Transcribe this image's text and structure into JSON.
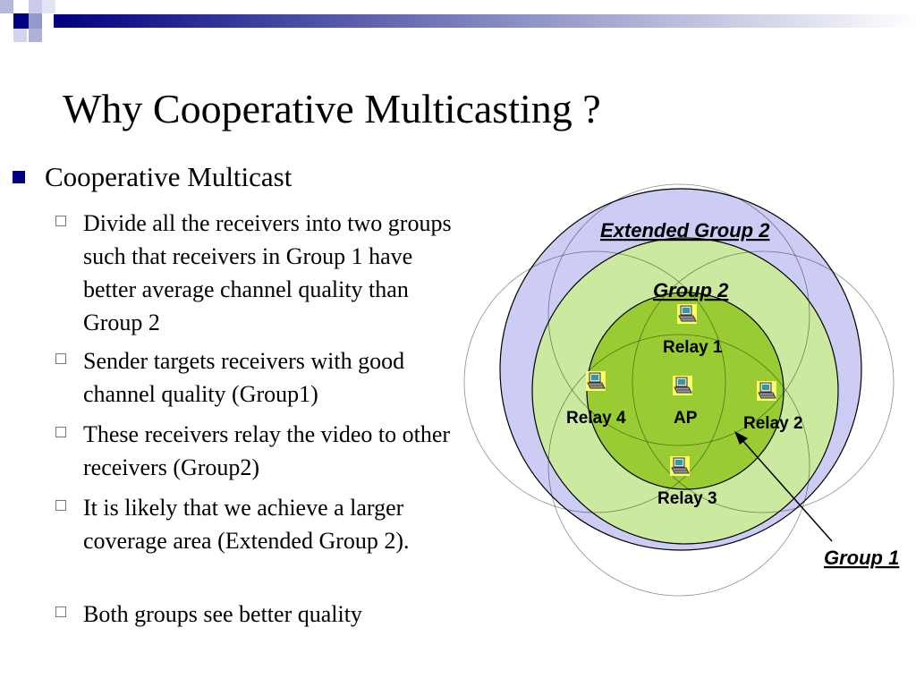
{
  "slide": {
    "title": "Why Cooperative Multicasting ?",
    "bullet": "Cooperative Multicast",
    "sub_bullets": [
      "Divide all the receivers into two groups such that receivers in Group 1 have better average channel quality than Group 2",
      "Sender targets receivers with good channel quality (Group1)",
      "These receivers relay the video to other  receivers (Group2)",
      "It is likely that we achieve a larger coverage area (Extended Group 2).",
      "Both groups see better quality"
    ]
  },
  "diagram": {
    "extended_group_label": "Extended Group 2",
    "group2_label": "Group 2",
    "group1_label": "Group 1",
    "nodes": {
      "relay1": "Relay 1",
      "relay2": "Relay 2",
      "relay3": "Relay 3",
      "relay4": "Relay 4",
      "ap": "AP"
    },
    "icon": "laptop-icon",
    "colors": {
      "extended_fill": "#ccccf4",
      "group2_fill": "#cce9a0",
      "group1_fill": "#99cc33",
      "bullet": "#000080"
    }
  }
}
